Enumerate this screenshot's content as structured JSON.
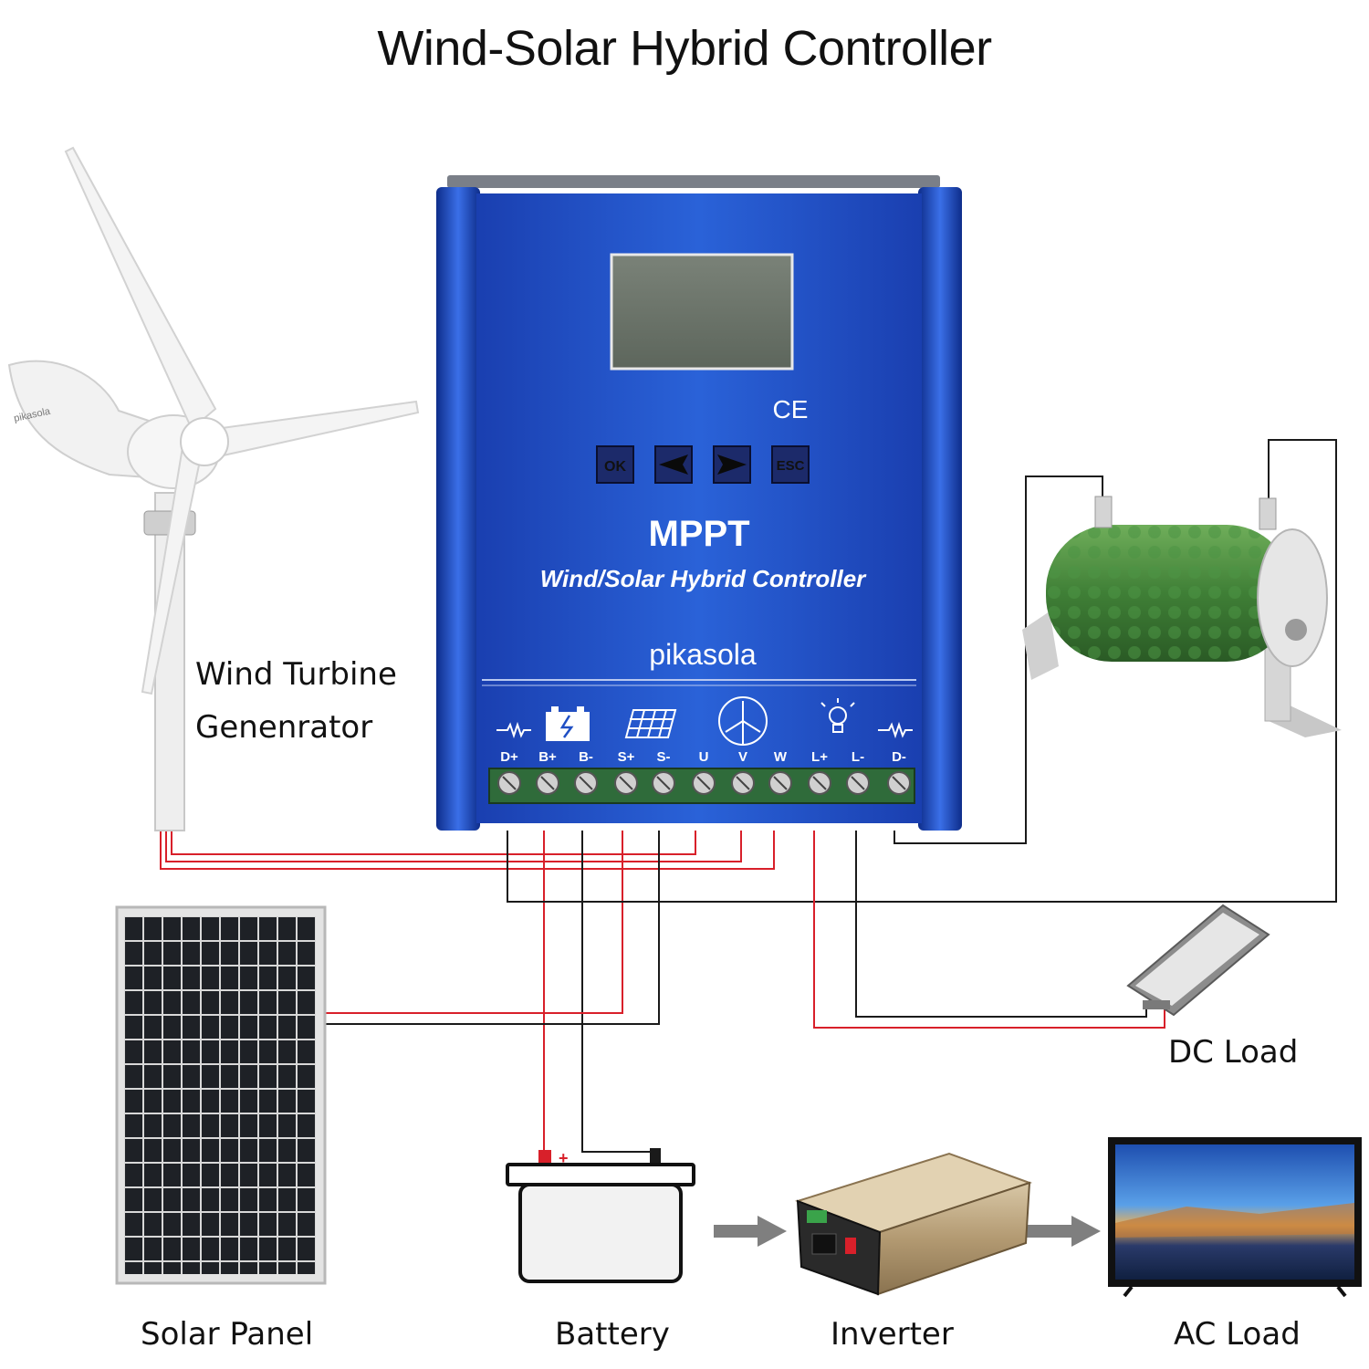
{
  "title": "Wind-Solar Hybrid Controller",
  "controller": {
    "brand_top": "MPPT",
    "subtitle": "Wind/Solar Hybrid Controller",
    "logo_text": "pikasola",
    "ce_mark": "CE",
    "buttons": [
      "OK",
      "◄",
      "►",
      "ESC"
    ],
    "terminals": [
      "D+",
      "B+",
      "B-",
      "S+",
      "S-",
      "U",
      "V",
      "W",
      "L+",
      "L-",
      "D-"
    ],
    "terminal_icons": [
      "resistor-icon",
      "battery-icon",
      "solar-panel-icon",
      "wind-turbine-icon",
      "light-bulb-icon",
      "resistor-icon"
    ]
  },
  "components": {
    "wind_turbine_line1": "Wind Turbine",
    "wind_turbine_line2": "Genenrator",
    "turbine_logo": "pikasola",
    "solar_panel": "Solar Panel",
    "battery": "Battery",
    "inverter": "Inverter",
    "ac_load": "AC Load",
    "dc_load": "DC Load"
  },
  "colors": {
    "positive_wire": "#d8202a",
    "negative_wire": "#1a1a1a",
    "controller_body": "#1f4fc4",
    "terminal_block": "#2f6b3a"
  }
}
